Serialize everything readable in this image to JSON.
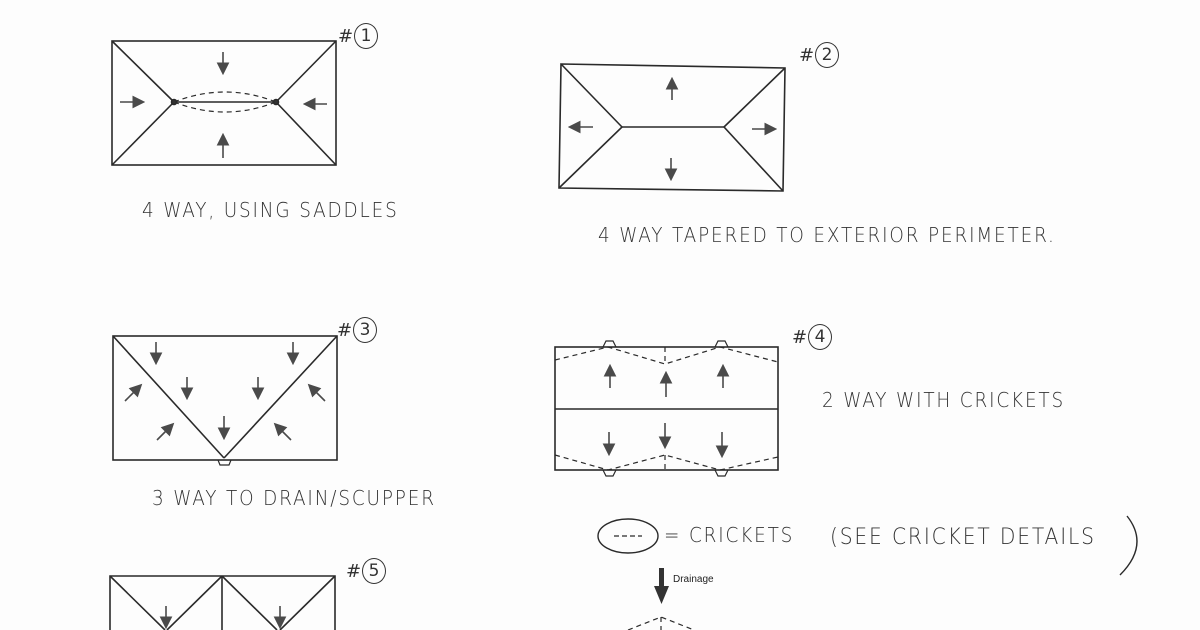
{
  "document": {
    "type": "hand-drawn roof drainage diagrams (scanned)",
    "colors": {
      "paper": "#fdfdfd",
      "ink": "#2a2a2a",
      "arrow": "#4a4a4a"
    }
  },
  "diagrams": [
    {
      "id": 1,
      "number_label": "#",
      "number": "1",
      "caption": "4 WAY, USING SADDLES"
    },
    {
      "id": 2,
      "number_label": "#",
      "number": "2",
      "caption": "4 WAY TAPERED TO EXTERIOR PERIMETER."
    },
    {
      "id": 3,
      "number_label": "#",
      "number": "3",
      "caption": "3 WAY TO DRAIN/SCUPPER"
    },
    {
      "id": 4,
      "number_label": "#",
      "number": "4",
      "caption": "2 WAY WITH CRICKETS"
    },
    {
      "id": 5,
      "number_label": "#",
      "number": "5",
      "caption": ""
    }
  ],
  "legend": {
    "symbol": "---",
    "text": "= CRICKETS",
    "note": "(SEE CRICKET DETAILS",
    "note_close": ")"
  },
  "drainage": {
    "label": "Drainage"
  }
}
